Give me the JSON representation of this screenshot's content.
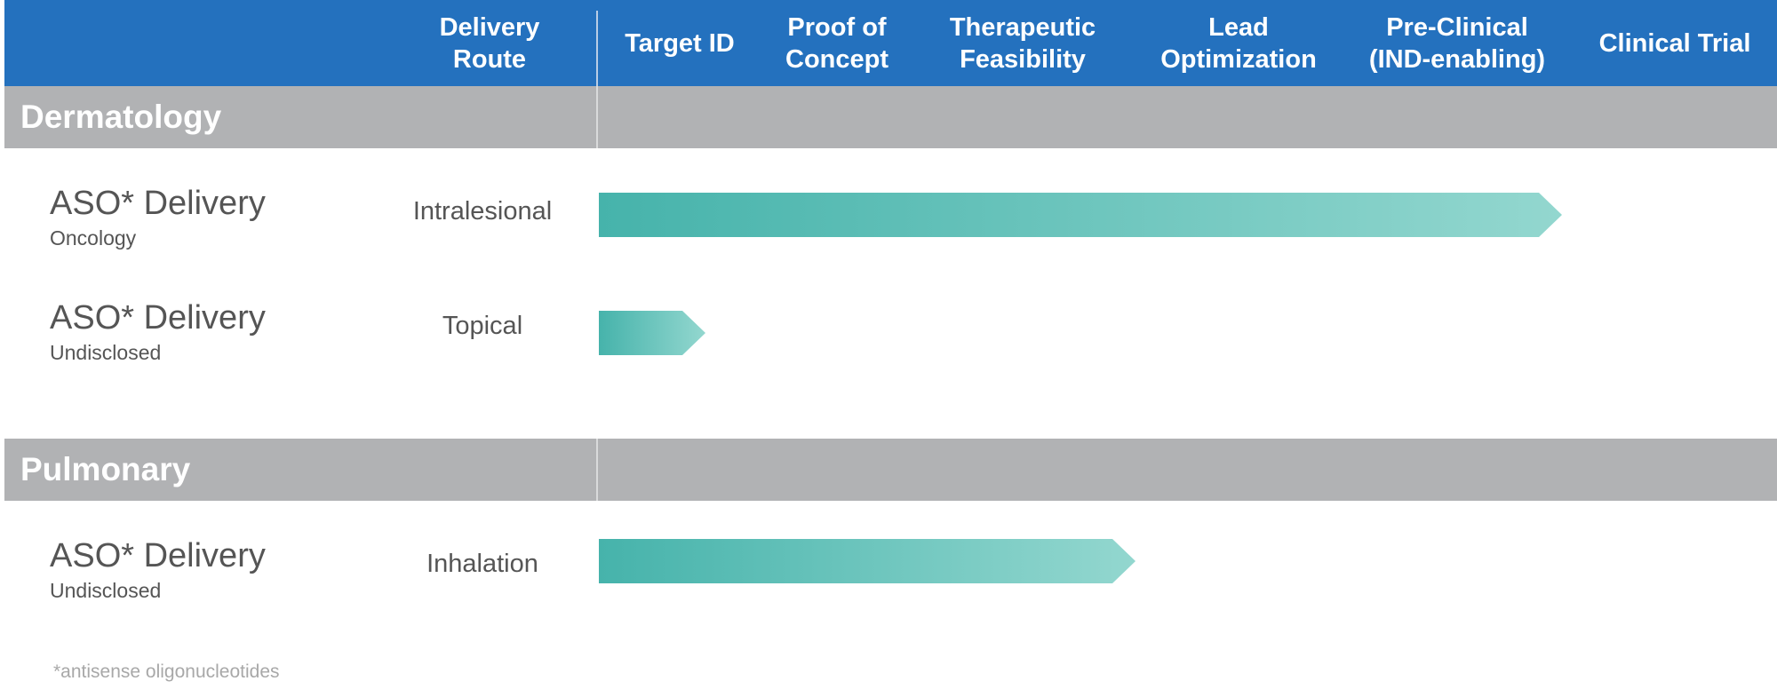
{
  "header": {
    "columns": [
      "Delivery\nRoute",
      "Target ID",
      "Proof of\nConcept",
      "Therapeutic\nFeasibility",
      "Lead\nOptimization",
      "Pre-Clinical\n(IND-enabling)",
      "Clinical Trial"
    ]
  },
  "sections": [
    {
      "title": "Dermatology",
      "rows": [
        {
          "program": "ASO* Delivery",
          "indication": "Oncology",
          "route": "Intralesional",
          "progress_stage": "Pre-Clinical (IND-enabling)",
          "progress_fraction": 0.84
        },
        {
          "program": "ASO* Delivery",
          "indication": "Undisclosed",
          "route": "Topical",
          "progress_stage": "Target ID",
          "progress_fraction": 0.11
        }
      ]
    },
    {
      "title": "Pulmonary",
      "rows": [
        {
          "program": "ASO* Delivery",
          "indication": "Undisclosed",
          "route": "Inhalation",
          "progress_stage": "Therapeutic Feasibility",
          "progress_fraction": 0.48
        }
      ]
    }
  ],
  "footnote": "*antisense oligonucleotides",
  "colors": {
    "header_bg": "#2471be",
    "band_bg": "#b1b2b4",
    "bar_start": "#46b3ab",
    "bar_end": "#93d7cf"
  }
}
